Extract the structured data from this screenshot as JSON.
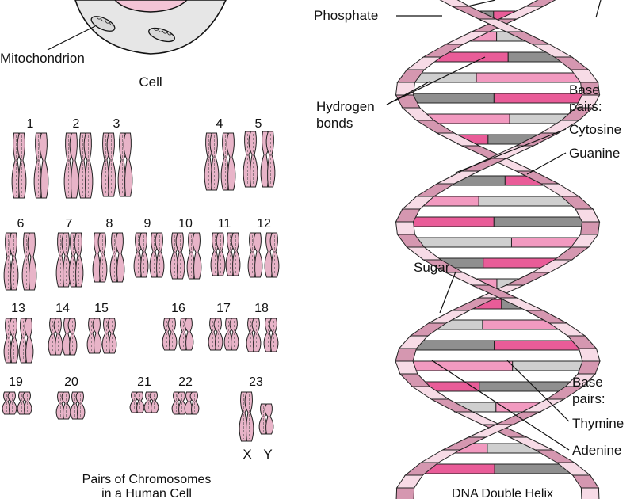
{
  "cell": {
    "mitochondrion_label": "Mitochondrion",
    "caption": "Cell"
  },
  "karyotype": {
    "numbers": [
      "1",
      "2",
      "3",
      "4",
      "5",
      "6",
      "7",
      "8",
      "9",
      "10",
      "11",
      "12",
      "13",
      "14",
      "15",
      "16",
      "17",
      "18",
      "19",
      "20",
      "21",
      "22",
      "23"
    ],
    "sex_x": "X",
    "sex_y": "Y",
    "caption_line1": "Pairs of Chromosomes",
    "caption_line2": "in a Human Cell"
  },
  "dna": {
    "phosphate": "Phosphate",
    "hydrogen_line1": "Hydrogen",
    "hydrogen_line2": "bonds",
    "base_pairs_top_line1": "Base",
    "base_pairs_top_line2": "pairs:",
    "cytosine": "Cytosine",
    "guanine": "Guanine",
    "sugar": "Sugar",
    "base_pairs_bottom_line1": "Base",
    "base_pairs_bottom_line2": "pairs:",
    "thymine": "Thymine",
    "adenine": "Adenine",
    "caption": "DNA Double Helix"
  },
  "colors": {
    "chromosome": "#e8b4c8",
    "strand_dark": "#d597b0",
    "strand_light": "#f7dbe6",
    "cytosine": "#e95c98",
    "guanine": "#8f8f8f",
    "thymine": "#cfcfcf",
    "adenine": "#f29ac0",
    "cell_fill": "#e6e6e6"
  }
}
